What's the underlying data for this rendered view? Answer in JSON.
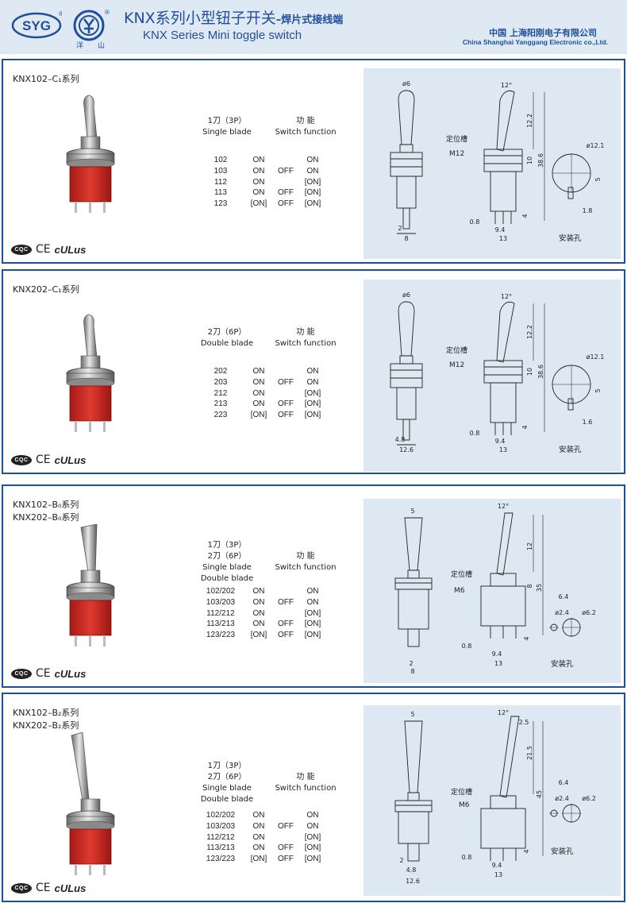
{
  "header": {
    "logo_text": "SYG",
    "logo_mark": "®",
    "logo_yang_cn": "洋山",
    "title_cn": "KNX系列小型钮子开关",
    "title_cn_sub": "–焊片式接线端",
    "title_en": "KNX Series Mini toggle switch",
    "company_cn": "中国  上海阳刚电子有限公司",
    "company_en": "China Shanghai Yanggang Electronic co.,Ltd."
  },
  "common": {
    "function_cn": "功    能",
    "function_en": "Switch function",
    "mounting_hole": "安装孔",
    "position_slot": "定位槽",
    "certifications": [
      "CQC",
      "CE",
      "cULus"
    ]
  },
  "products": [
    {
      "models": [
        "KNX102–C₁系列"
      ],
      "blade_cn": [
        "1刀（3P）"
      ],
      "blade_en": [
        "Single blade"
      ],
      "rows": [
        [
          "102",
          "ON",
          "",
          "ON"
        ],
        [
          "103",
          "ON",
          "OFF",
          "ON"
        ],
        [
          "112",
          "ON",
          "",
          "[ON]"
        ],
        [
          "113",
          "ON",
          "OFF",
          "[ON]"
        ],
        [
          "123",
          "[ON]",
          "OFF",
          "[ON]"
        ]
      ],
      "dims": {
        "d_top": "ø6",
        "angle": "12°",
        "h1": "12.2",
        "h2": "10",
        "h3": "38.6",
        "h4": "4",
        "thread": "M12",
        "d_hole": "ø12.1",
        "hole_w": "5",
        "hole_b": "1.8",
        "pin_a": "2",
        "pin_b": "8",
        "pin_c": "0.8",
        "pin_d": "9.4",
        "pin_e": "13"
      }
    },
    {
      "models": [
        "KNX202–C₁系列"
      ],
      "blade_cn": [
        "2刀（6P）"
      ],
      "blade_en": [
        "Double blade"
      ],
      "rows": [
        [
          "202",
          "ON",
          "",
          "ON"
        ],
        [
          "203",
          "ON",
          "OFF",
          "ON"
        ],
        [
          "212",
          "ON",
          "",
          "[ON]"
        ],
        [
          "213",
          "ON",
          "OFF",
          "[ON]"
        ],
        [
          "223",
          "[ON]",
          "OFF",
          "[ON]"
        ]
      ],
      "dims": {
        "d_top": "ø6",
        "angle": "12°",
        "h1": "12.2",
        "h2": "10",
        "h3": "38.6",
        "h4": "4",
        "thread": "M12",
        "d_hole": "ø12.1",
        "hole_w": "5",
        "hole_b": "1.6",
        "pin_a": "4.8",
        "pin_b": "12.6",
        "pin_c": "0.8",
        "pin_d": "9.4",
        "pin_e": "13"
      }
    },
    {
      "models": [
        "KNX102–B₀系列",
        "KNX202–B₀系列"
      ],
      "blade_cn": [
        "1刀（3P）",
        "2刀（6P）"
      ],
      "blade_en": [
        "Single blade",
        "Double blade"
      ],
      "rows": [
        [
          "102/202",
          "ON",
          "",
          "ON"
        ],
        [
          "103/203",
          "ON",
          "OFF",
          "ON"
        ],
        [
          "112/212",
          "ON",
          "",
          "[ON]"
        ],
        [
          "113/213",
          "ON",
          "OFF",
          "[ON]"
        ],
        [
          "123/223",
          "[ON]",
          "OFF",
          "[ON]"
        ]
      ],
      "dims": {
        "d_top": "5",
        "angle": "12°",
        "h1": "12",
        "h2": "8",
        "h3": "35",
        "h4": "4",
        "thread": "M6",
        "d_hole": "ø6.2",
        "hole_w": "6.4",
        "hole_b": "ø2.4",
        "pin_a": "2",
        "pin_b": "8",
        "pin_c": "0.8",
        "pin_d": "9.4",
        "pin_e": "13"
      }
    },
    {
      "models": [
        "KNX102–B₂系列",
        "KNX202–B₂系列"
      ],
      "blade_cn": [
        "1刀（3P）",
        "2刀（6P）"
      ],
      "blade_en": [
        "Single blade",
        "Double blade"
      ],
      "rows": [
        [
          "102/202",
          "ON",
          "",
          "ON"
        ],
        [
          "103/203",
          "ON",
          "OFF",
          "ON"
        ],
        [
          "112/212",
          "ON",
          "",
          "[ON]"
        ],
        [
          "113/213",
          "ON",
          "OFF",
          "[ON]"
        ],
        [
          "123/223",
          "[ON]",
          "OFF",
          "[ON]"
        ]
      ],
      "dims": {
        "d_top": "5",
        "angle": "12°",
        "h1": "21.5",
        "h2": "2.5",
        "h3": "45",
        "h4": "4",
        "thread": "M6",
        "d_hole": "ø6.2",
        "hole_w": "6.4",
        "hole_b": "ø2.4",
        "pin_a": "4.8",
        "pin_b": "12.6",
        "pin_c": "0.8",
        "pin_d": "9.4",
        "pin_e": "13",
        "pin_f": "2"
      }
    }
  ],
  "colors": {
    "brand_blue": "#1f4e9a",
    "panel_bg": "#dde8f3",
    "switch_red": "#c8231e"
  }
}
